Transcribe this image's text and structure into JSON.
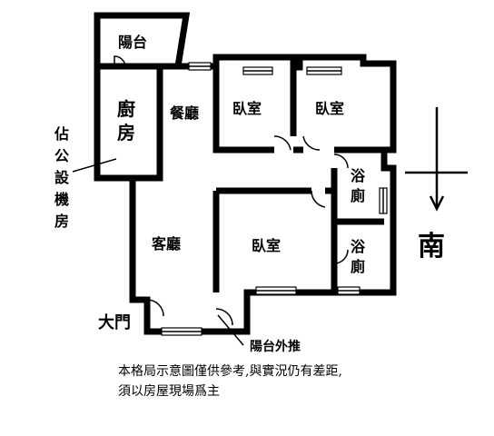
{
  "rooms": {
    "balcony_top": "陽台",
    "kitchen": "廚房",
    "dining": "餐廳",
    "bedroom_1": "臥室",
    "bedroom_2": "臥室",
    "bedroom_3": "臥室",
    "living": "客廳",
    "bath_1": "浴廁",
    "bath_2": "浴廁"
  },
  "labels": {
    "machine_room": "佔公設機房",
    "main_door": "大門",
    "balcony_note": "陽台外推",
    "south": "南"
  },
  "disclaimer": {
    "line1": "本格局示意圖僅供參考,與實況仍有差距,",
    "line2": "須以房屋現場爲主"
  }
}
